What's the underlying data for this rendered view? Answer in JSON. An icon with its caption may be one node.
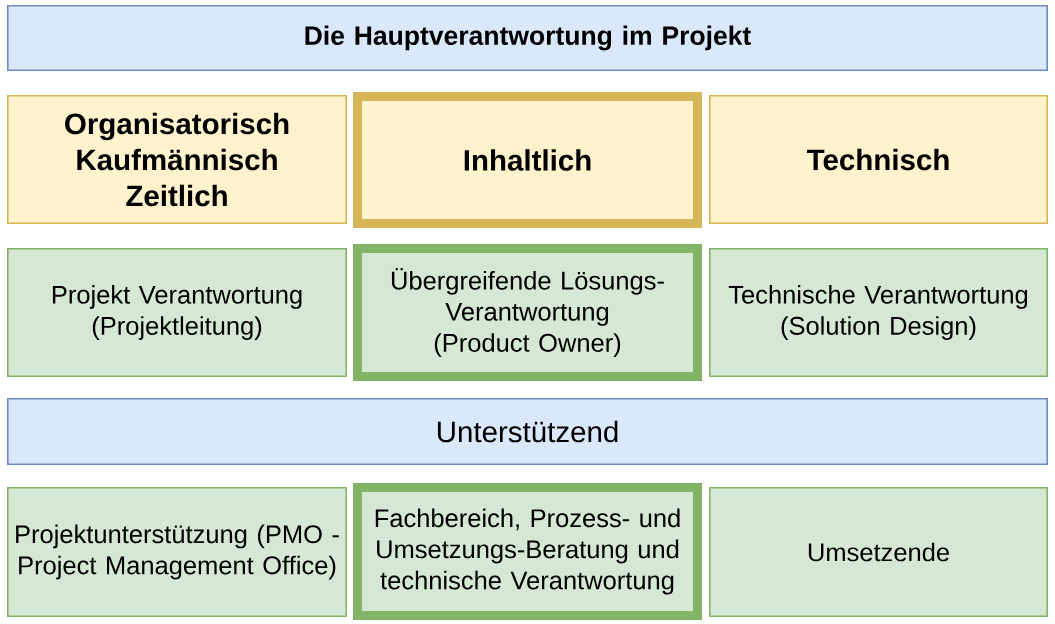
{
  "diagram": {
    "nodes": [
      {
        "text": [
          "Die Hauptverantwortung im Projekt"
        ]
      },
      {
        "text": [
          "Organisatorisch Kaufmännisch Zeitlich"
        ]
      },
      {
        "text": [
          "Inhaltlich"
        ]
      },
      {
        "text": [
          "Technisch"
        ]
      },
      {
        "text": [
          "Projekt Verantwortung (Projektleitung)"
        ]
      },
      {
        "text": [
          "Übergreifende Lösungs- Verantwortung (Product Owner)"
        ]
      },
      {
        "text": [
          "Technische Verantwortung (Solution Design)"
        ]
      },
      {
        "text": [
          "Unterstützend"
        ]
      },
      {
        "text": [
          "Projektunterstützung (PMO - Project Management Office)"
        ]
      },
      {
        "text": [
          "Fachbereich, Prozess- und Umsetzungs-Beratung und technische Verantwortung"
        ]
      },
      {
        "text": [
          "Umsetzende"
        ]
      }
    ]
  }
}
